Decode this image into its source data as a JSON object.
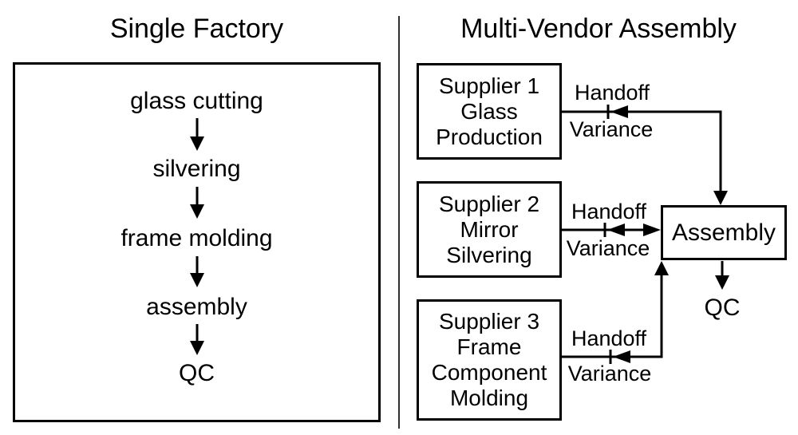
{
  "left": {
    "title": "Single Factory",
    "steps": [
      "glass cutting",
      "silvering",
      "frame molding",
      "assembly",
      "QC"
    ]
  },
  "right": {
    "title": "Multi-Vendor Assembly",
    "suppliers": [
      {
        "lines": [
          "Supplier 1",
          "Glass",
          "Production"
        ]
      },
      {
        "lines": [
          "Supplier 2",
          "Mirror",
          "Silvering"
        ]
      },
      {
        "lines": [
          "Supplier 3",
          "Frame",
          "Component",
          "Molding"
        ]
      }
    ],
    "connectors": [
      {
        "handoff": "Handoff",
        "variance": "Variance"
      },
      {
        "handoff": "Handoff",
        "variance": "Variance"
      },
      {
        "handoff": "Handoff",
        "variance": "Variance"
      }
    ],
    "assembly_label": "Assembly",
    "qc_label": "QC"
  },
  "colors": {
    "line": "#000000",
    "text": "#000000",
    "background": "#ffffff"
  }
}
